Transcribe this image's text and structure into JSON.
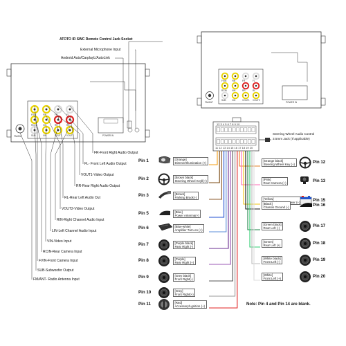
{
  "top_labels": [
    "ATOTO IR SWC Remote Control Jack Socket",
    "External Microphone Input",
    "Android Auto/CarplayL/AutoLink"
  ],
  "output_labels": [
    "FR-Front Right Audio Output",
    "FL- Front Left Audio Output",
    "VOUT1-Video Output",
    "RR-Rear Right Audio Output",
    "RL-Rear Left Audio Out",
    "VOUT2-Video Output",
    "RIN-Right Channel Audio Input",
    "LIN-Left Channel Audio Input",
    "VIN-Video Input",
    "RCIN-Rear Camera Input",
    "FVIN-Front Camera Input",
    "SUB-Subwoofer Output",
    "FM/ANT- Radio Antenna Input"
  ],
  "unit_labels": {
    "power_in": "POWER IN",
    "fm_ant": "FM/ANT",
    "jacks_left": [
      "FVIN",
      "FIN",
      "FR",
      "FL"
    ],
    "jacks_mid": [
      "RCIN",
      "VIN",
      "RR",
      "RL"
    ],
    "jacks_bot": [
      "SUB",
      "VIN",
      "VOUT1",
      "VOUT2"
    ]
  },
  "connector": {
    "top_numbers": "12 3 4 5 6 7 8 9 10",
    "bottom_numbers": "11 12 13 14 15 16 17 18 19 20"
  },
  "steering_audio": {
    "line1": "Steering Wheel Audio Control",
    "line2": "3.5mm Jack (If applicable)"
  },
  "pins_left": [
    {
      "pin": "Pin 1",
      "color": "[Orange]",
      "desc": "Dimmer/Illumination (+)",
      "icon": "headlight-icon"
    },
    {
      "pin": "Pin 2",
      "color": "[Brown black]",
      "desc": "Steering Wheel Keyll(+)",
      "icon": "steering-wheel-icon"
    },
    {
      "pin": "Pin 3",
      "color": "[Brown]",
      "desc": "Parking Brack(-)",
      "icon": "parking-brake-icon"
    },
    {
      "pin": "Pin 5",
      "color": "[Blue]",
      "desc": "Power Antenna(+)",
      "icon": "antenna-icon"
    },
    {
      "pin": "Pin 6",
      "color": "[Blue-white]",
      "desc": "Amplifier Turn-on (+)",
      "icon": "amplifier-icon"
    },
    {
      "pin": "Pin 7",
      "color": "[Purple black]",
      "desc": "Rear Right (-)",
      "icon": "speaker-icon"
    },
    {
      "pin": "Pin 8",
      "color": "[Purple]",
      "desc": "Rear Right (+)",
      "icon": "speaker-icon"
    },
    {
      "pin": "Pin 9",
      "color": "[Grey black]",
      "desc": "Front Right(-)",
      "icon": "speaker-icon"
    },
    {
      "pin": "Pin 10",
      "color": "[Grey]",
      "desc": "Front Right(+)",
      "icon": "speaker-icon"
    },
    {
      "pin": "Pin 11",
      "color": "[Red]",
      "desc": "Accessory/Lgnition (+)",
      "icon": "ignition-icon"
    }
  ],
  "pins_right": [
    {
      "pin": "Pin 12",
      "color": "[Orange black]",
      "desc": "Steering Wheel Key (+)",
      "icon": "steering-wheel-icon"
    },
    {
      "pin": "Pin 13",
      "color": "[Pink]",
      "desc": "Rear Camera (+)",
      "icon": "camera-icon"
    },
    {
      "pin": "Pin 15",
      "color": "[Yellow]",
      "desc": "Constant/Battery Power (+)",
      "icon": "battery-icon"
    },
    {
      "pin": "Pin 16",
      "color": "[Black]",
      "desc": "Chassis Ground (-)",
      "icon": "ground-icon"
    },
    {
      "pin": "Pin 17",
      "color": "[Green black]",
      "desc": "Rear Left (-)",
      "icon": "speaker-icon"
    },
    {
      "pin": "Pin 18",
      "color": "[Green]",
      "desc": "Rear Left (+)",
      "icon": "speaker-icon"
    },
    {
      "pin": "Pin 19",
      "color": "[White black]",
      "desc": "Front Left (-)",
      "icon": "speaker-icon"
    },
    {
      "pin": "Pin 20",
      "color": "[White]",
      "desc": "Front Left (+)",
      "icon": "speaker-icon"
    }
  ],
  "note": "Note: Pin 4 and Pin 14 are blank.",
  "wire_colors_left": [
    "#f39c12",
    "#7b4a12",
    "#8b5a2b",
    "#1f4fd1",
    "#5b8dd9",
    "#6a2c91",
    "#9b59b6",
    "#555555",
    "#999999",
    "#e02020"
  ],
  "wire_colors_right": [
    "#e67e22",
    "#ff69b4",
    "#f1c40f",
    "#111111",
    "#1e8449",
    "#2ecc71",
    "#bbbbbb",
    "#dddddd"
  ],
  "jack_colors": {
    "yellow": "#e8d200",
    "white": "#dcdcdc",
    "red": "#d22"
  }
}
